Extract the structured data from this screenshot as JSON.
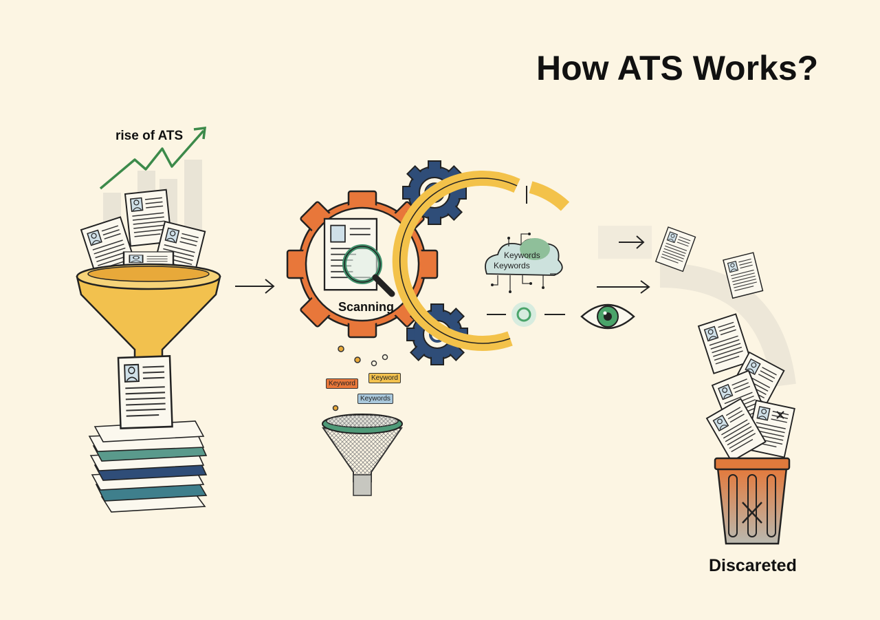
{
  "title": "How ATS Works?",
  "stages": {
    "intake": {
      "label": "rise of ATS"
    },
    "scanning": {
      "label": "Scanning"
    },
    "keywords_cloud": {
      "line1": "Keywords",
      "line2": "Keywords"
    },
    "keyword_tags": [
      "Keyword",
      "Keyword",
      "Keywords"
    ],
    "discarded": {
      "label": "Discareted"
    }
  },
  "colors": {
    "background": "#fcf5e3",
    "funnel_yellow": "#f2c14e",
    "gear_orange": "#e8773a",
    "gear_navy": "#2f4d78",
    "ring_yellow": "#f3c24a",
    "cloud_green": "#8fbf9a",
    "eye_green": "#4aa46a",
    "filter_teal": "#4f9a78",
    "trash_orange": "#e07a3c",
    "stack_teal": "#3f7f8c",
    "trend_green": "#3c8a4a"
  },
  "icons": [
    "document-icon",
    "funnel-icon",
    "gear-icon",
    "magnifier-icon",
    "cloud-icon",
    "eye-icon",
    "filter-icon",
    "trash-icon",
    "arrow-icon",
    "trend-arrow-icon"
  ]
}
